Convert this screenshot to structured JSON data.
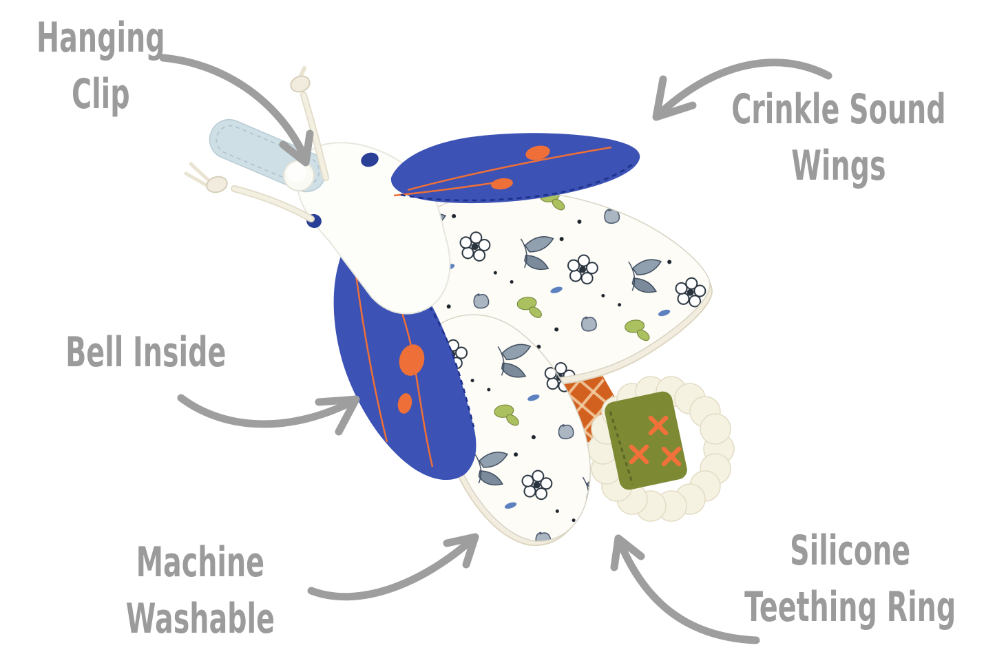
{
  "page": {
    "background": "#ffffff"
  },
  "annotations": {
    "hanging_clip": {
      "line1": "Hanging",
      "line2": "Clip"
    },
    "crinkle_sound_wings": {
      "line1": "Crinkle Sound",
      "line2": "Wings"
    },
    "bell_inside": {
      "line1": "Bell Inside"
    },
    "machine_washable": {
      "line1": "Machine",
      "line2": "Washable"
    },
    "silicone_teething_ring": {
      "line1": "Silicone",
      "line2": "Teething Ring"
    }
  },
  "colors": {
    "label_gray": "#9b9b9b",
    "arrow_gray": "#9e9e9e",
    "wing_blue": "#3c52b4",
    "wing_blue_stitch": "#1d2f8a",
    "accent_orange": "#ee7038",
    "strap_blue": "#cfdfe6",
    "snap_white": "#fafaf4",
    "eye_navy": "#2a3f96",
    "ribbon_orange": "#d2611f",
    "tag_olive": "#7d8a33",
    "tag_stitch_orange": "#f2713b",
    "ring_cream": "#f6f2e2",
    "rope_cream": "#f3efe1"
  }
}
